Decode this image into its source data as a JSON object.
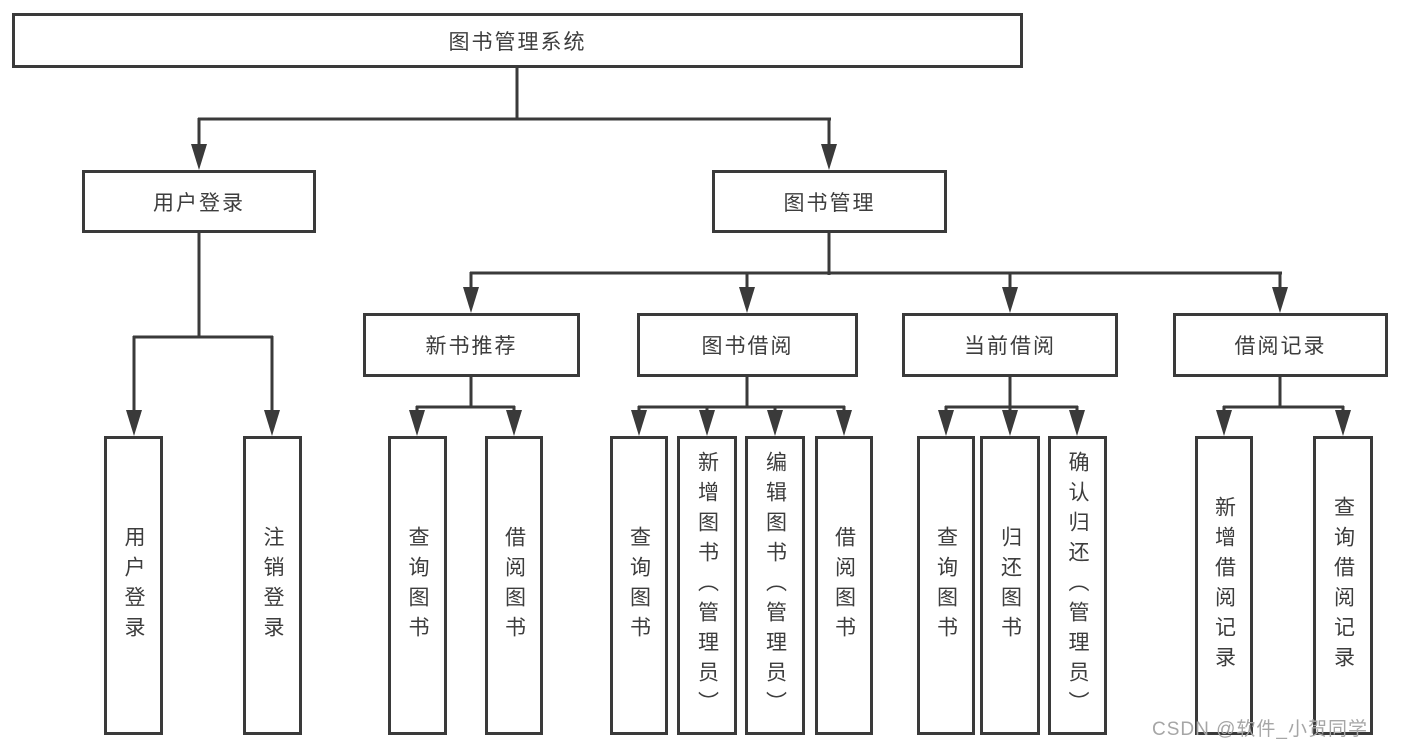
{
  "tree": {
    "label": "图书管理系统",
    "children": [
      {
        "label": "用户登录",
        "children": [
          {
            "label": "用户登录"
          },
          {
            "label": "注销登录"
          }
        ]
      },
      {
        "label": "图书管理",
        "children": [
          {
            "label": "新书推荐",
            "children": [
              {
                "label": "查询图书"
              },
              {
                "label": "借阅图书"
              }
            ]
          },
          {
            "label": "图书借阅",
            "children": [
              {
                "label": "查询图书"
              },
              {
                "label": "新增图书（管理员）"
              },
              {
                "label": "编辑图书（管理员）"
              },
              {
                "label": "借阅图书"
              }
            ]
          },
          {
            "label": "当前借阅",
            "children": [
              {
                "label": "查询图书"
              },
              {
                "label": "归还图书"
              },
              {
                "label": "确认归还（管理员）"
              }
            ]
          },
          {
            "label": "借阅记录",
            "children": [
              {
                "label": "新增借阅记录"
              },
              {
                "label": "查询借阅记录"
              }
            ]
          }
        ]
      }
    ]
  },
  "watermark": {
    "text": "CSDN @软件_小贺同学"
  },
  "colors": {
    "line": "#3a3a3a",
    "box_border": "#3a3a3a",
    "text": "#3d3d3d",
    "watermark": "#a6a6a6",
    "background": "#ffffff"
  }
}
